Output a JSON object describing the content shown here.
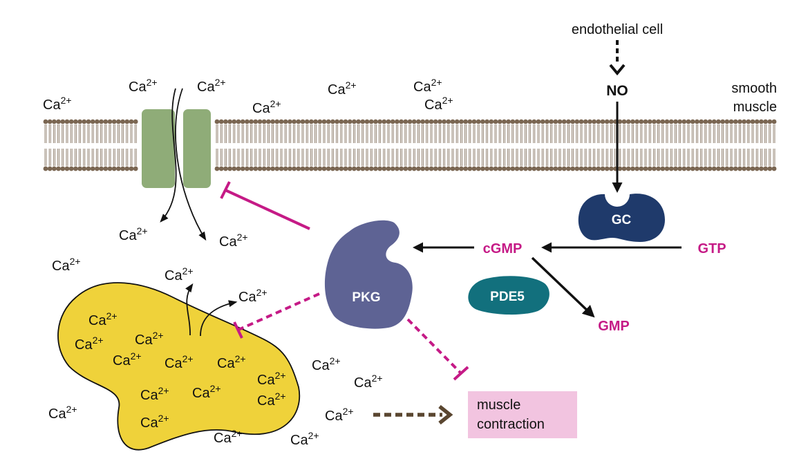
{
  "colors": {
    "magenta": "#c51a86",
    "membrane": "#7a6652",
    "channel": "#8fac78",
    "gc": "#1f3a6b",
    "pkg": "#5e6394",
    "pde5": "#12707d",
    "sr": "#efd23a",
    "contraction_box": "#f2c4e0",
    "brown_arrow": "#5a4630"
  },
  "labels": {
    "endothelial": "endothelial cell",
    "no": "NO",
    "smooth": "smooth",
    "muscle": "muscle",
    "gc": "GC",
    "gtp": "GTP",
    "cgmp": "cGMP",
    "gmp": "GMP",
    "pkg": "PKG",
    "pde5": "PDE5",
    "contraction_line1": "muscle",
    "contraction_line2": "contraction"
  },
  "calcium": {
    "base": "Ca",
    "sup": "2+"
  }
}
